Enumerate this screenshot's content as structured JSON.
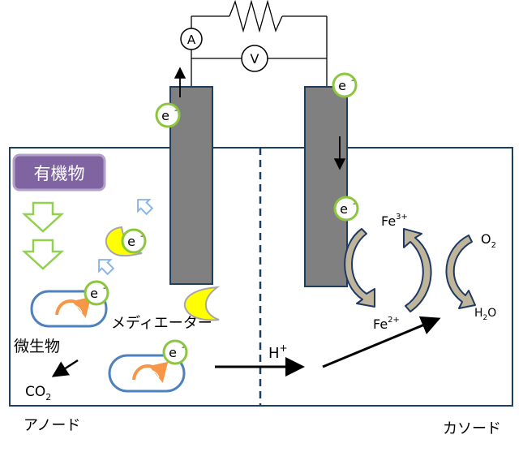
{
  "labels": {
    "organic": "有機物",
    "mediator": "メディエーター",
    "microbe": "微生物",
    "anode": "アノード",
    "cathode": "カソード",
    "co2": "CO",
    "co2_sub": "2",
    "h_plus": "H",
    "h_plus_sup": "+",
    "fe3": "Fe",
    "fe3_sup": "3+",
    "fe2": "Fe",
    "fe2_sup": "2+",
    "o2": "O",
    "o2_sub": "2",
    "h2o_h": "H",
    "h2o_sub": "2",
    "h2o_o": "O",
    "ammeter": "A",
    "voltmeter": "V",
    "electron": "e",
    "electron_sup": "-"
  },
  "colors": {
    "tank_border": "#1f3f5f",
    "electrode_fill": "#808080",
    "electron_ring": "#8cc63f",
    "organic_box": "#8064a2",
    "microbe_outline": "#4f81bd",
    "flow_arrow": "#f79646",
    "mediator_yellow": "#ffff00",
    "cycle_fill": "#bfb59b",
    "cycle_outline": "#1f3864"
  }
}
